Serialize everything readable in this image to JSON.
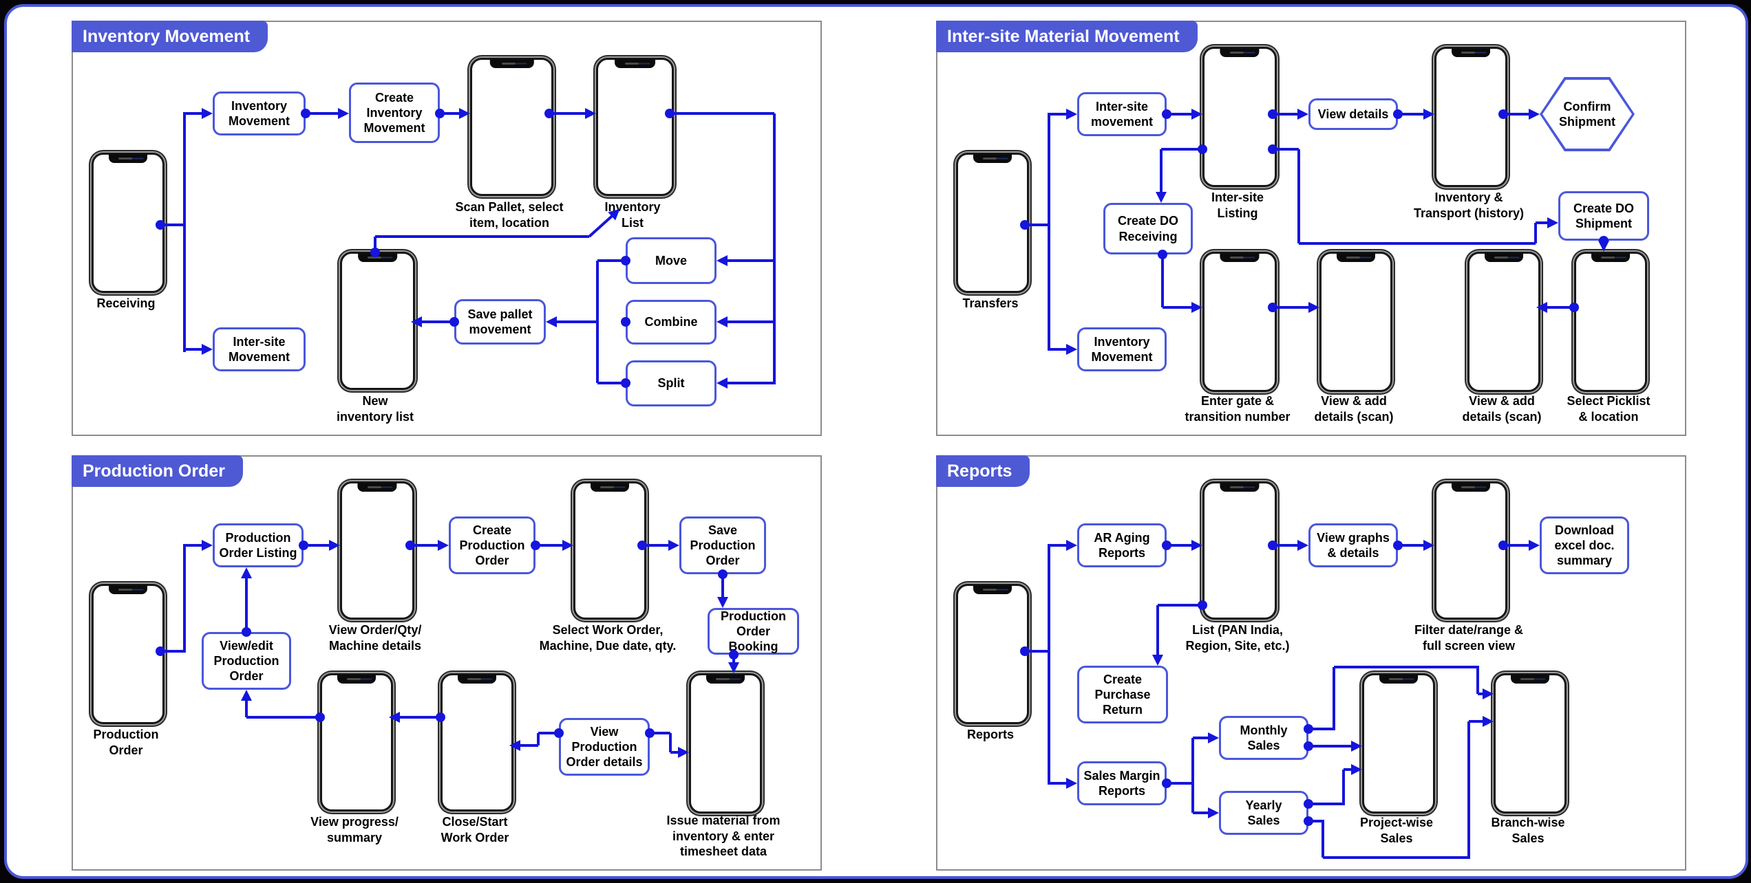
{
  "colors": {
    "badge_blue": "#4e59d4",
    "line_blue": "#1515dd",
    "box_border_blue": "#4a57dc",
    "panel_border_gray": "#8c8c8c",
    "canvas_border_blue": "#4a58d6",
    "background_black": "#050508"
  },
  "panels": {
    "inventory_movement": {
      "title": "Inventory Movement",
      "boxes": {
        "inventory_movement": "Inventory\nMovement",
        "create_inventory_movement": "Create\nInventory\nMovement",
        "inter_site_movement": "Inter-site\nMovement",
        "move": "Move",
        "combine": "Combine",
        "split": "Split",
        "save_pallet_movement": "Save pallet\nmovement"
      },
      "phones": {
        "receiving": "Receiving",
        "scan_pallet": "Scan Pallet, select\nitem, location",
        "inventory_list": "Inventory\nList",
        "new_inventory_list": "New\ninventory list"
      }
    },
    "inter_site_material_movement": {
      "title": "Inter-site Material Movement",
      "boxes": {
        "inter_site_movement": "Inter-site\nmovement",
        "view_details": "View details",
        "confirm_shipment": "Confirm\nShipment",
        "create_do_receiving": "Create DO\nReceiving",
        "create_do_shipment": "Create DO\nShipment",
        "inventory_movement": "Inventory\nMovement"
      },
      "phones": {
        "transfers": "Transfers",
        "inter_site_listing": "Inter-site\nListing",
        "inventory_transport": "Inventory &\nTransport (history)",
        "enter_gate": "Enter gate &\ntransition number",
        "view_add_1": "View & add\ndetails (scan)",
        "view_add_2": "View & add\ndetails (scan)",
        "select_picklist": "Select Picklist\n& location"
      }
    },
    "production_order": {
      "title": "Production Order",
      "boxes": {
        "production_order_listing": "Production\nOrder Listing",
        "create_production_order": "Create\nProduction\nOrder",
        "save_production_order": "Save\nProduction\nOrder",
        "production_order_booking": "Production\nOrder Booking",
        "view_edit_production_order": "View/edit\nProduction\nOrder",
        "view_production_order_details": "View\nProduction\nOrder details"
      },
      "phones": {
        "production_order": "Production\nOrder",
        "view_order": "View Order/Qty/\nMachine details",
        "select_work_order": "Select Work Order,\nMachine, Due date, qty.",
        "view_progress": "View progress/\nsummary",
        "close_start": "Close/Start\nWork Order",
        "issue_material": "Issue material from\ninventory & enter\ntimesheet data"
      }
    },
    "reports": {
      "title": "Reports",
      "boxes": {
        "ar_aging_reports": "AR Aging\nReports",
        "view_graphs_details": "View graphs\n& details",
        "download_excel": "Download\nexcel doc.\nsummary",
        "create_purchase_return": "Create\nPurchase\nReturn",
        "sales_margin_reports": "Sales Margin\nReports",
        "monthly_sales": "Monthly\nSales",
        "yearly_sales": "Yearly\nSales"
      },
      "phones": {
        "reports": "Reports",
        "list_pan_india": "List (PAN India,\nRegion, Site, etc.)",
        "filter_date": "Filter date/range &\nfull screen view",
        "project_wise": "Project-wise\nSales",
        "branch_wise": "Branch-wise\nSales"
      }
    }
  }
}
